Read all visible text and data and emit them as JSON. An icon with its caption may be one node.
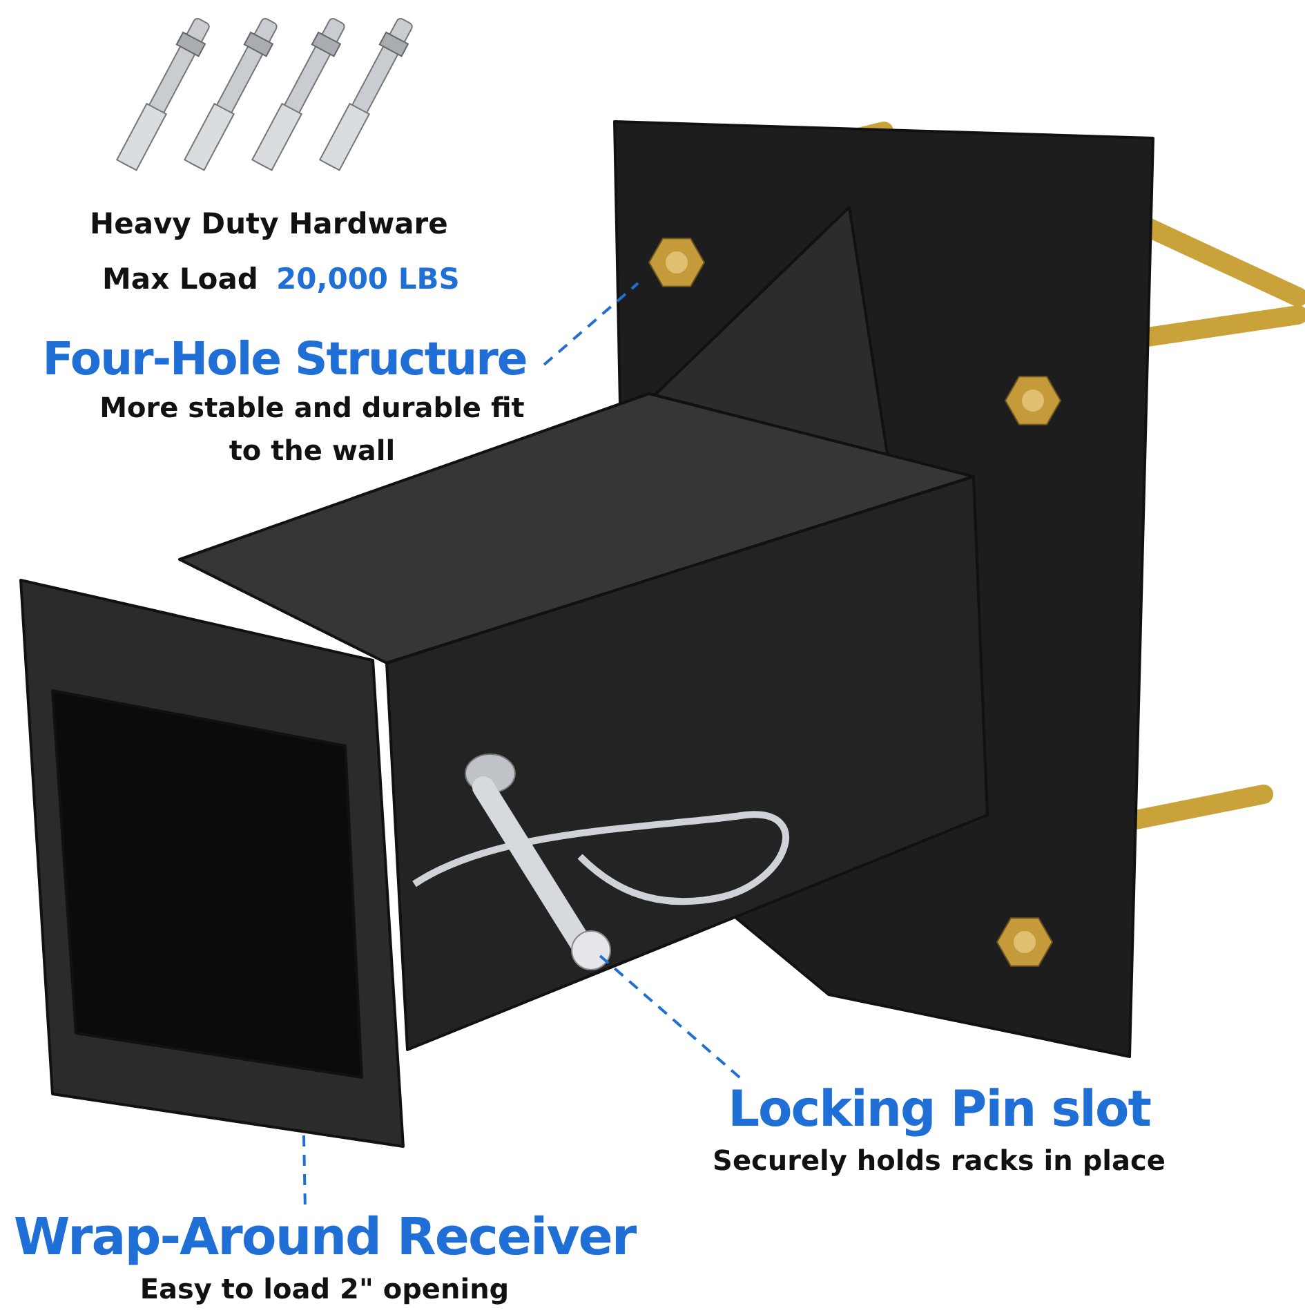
{
  "diagram": {
    "nodes": [
      {
        "text": [
          "Four-Hole Structure",
          "More stable and durable fit to the wall"
        ]
      },
      {
        "text": [
          "Locking Pin slot",
          "Securely holds racks in place"
        ]
      },
      {
        "text": [
          "Wrap-Around Receiver",
          "Easy to load 2\" opening"
        ]
      }
    ],
    "edges": [
      {
        "from": 0,
        "to": null,
        "arrow": "none",
        "style": "dashed"
      },
      {
        "from": 1,
        "to": null,
        "arrow": "none",
        "style": "dashed"
      },
      {
        "from": 2,
        "to": null,
        "arrow": "none",
        "style": "dashed"
      }
    ],
    "labels": [
      "Heavy Duty Hardware",
      "Max Load",
      "20,000 LBS"
    ]
  }
}
